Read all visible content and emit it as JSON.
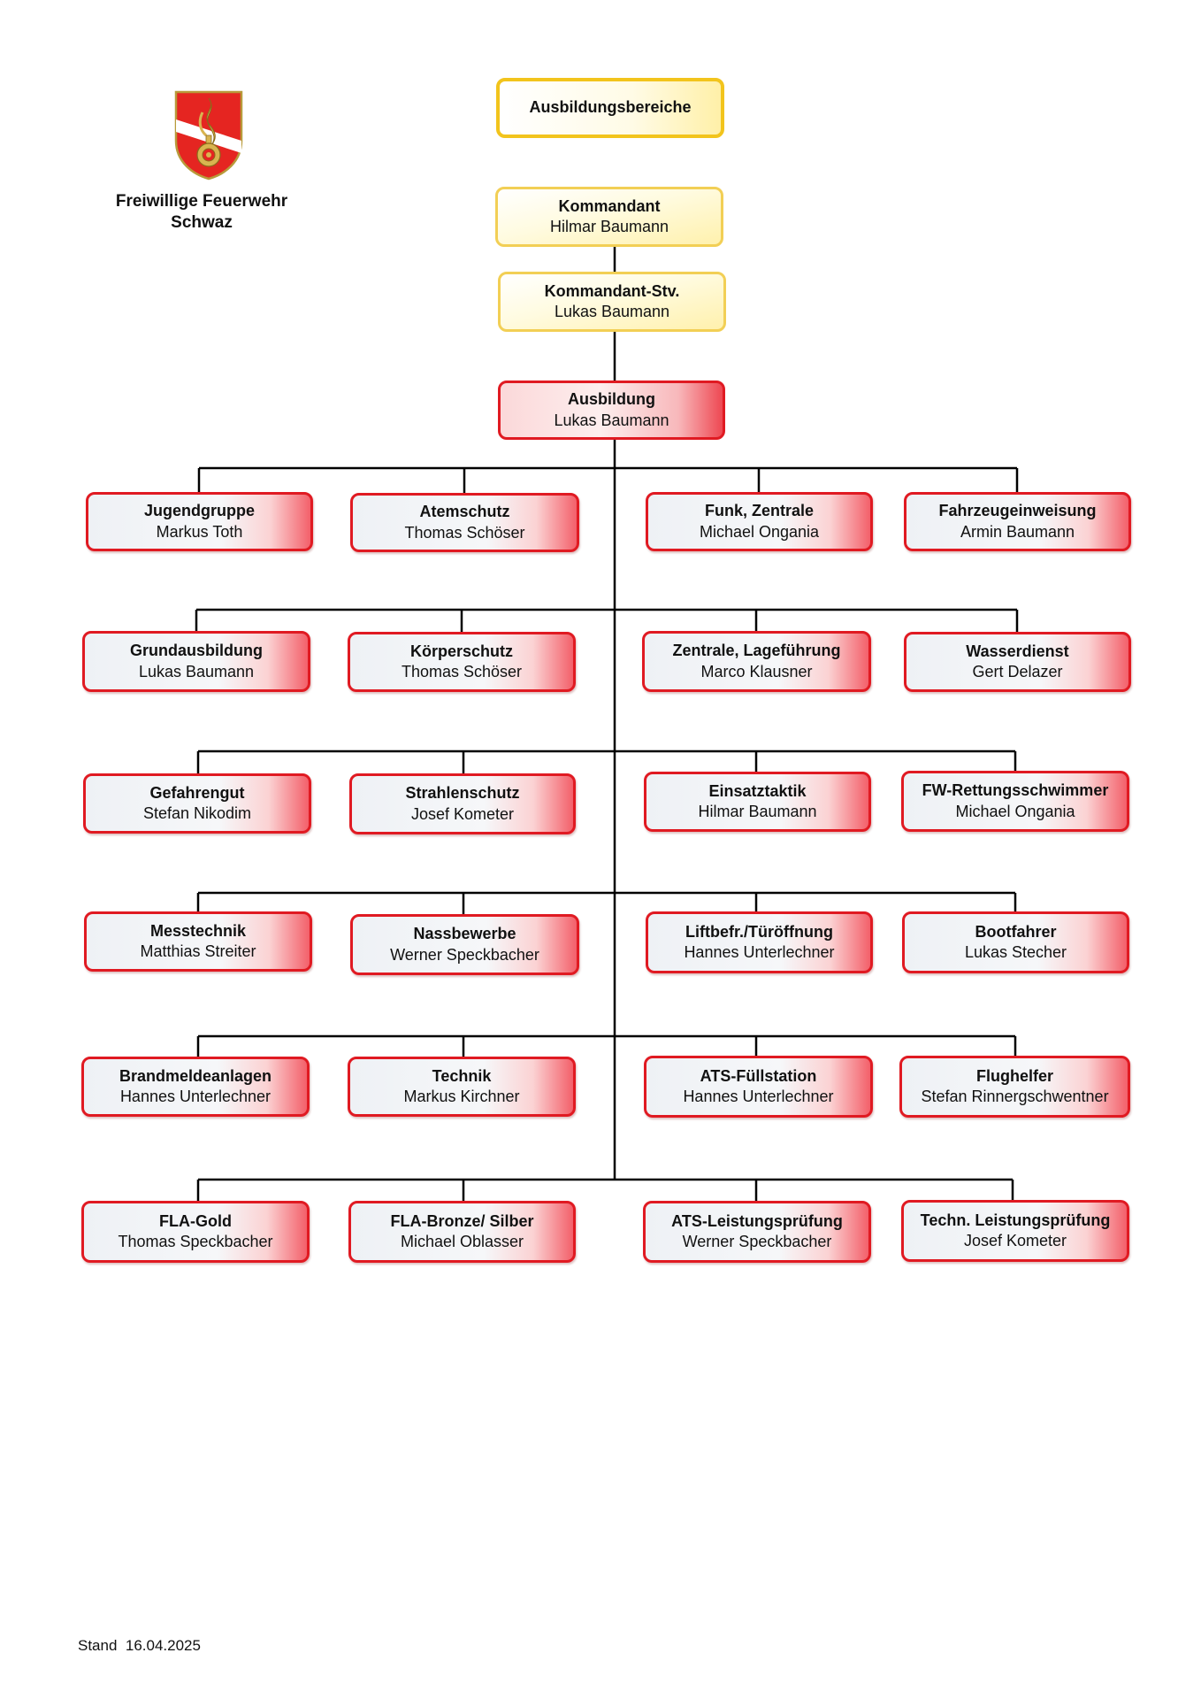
{
  "organization": {
    "name_line1": "Freiwillige Feuerwehr",
    "name_line2": "Schwaz"
  },
  "header": {
    "title": "Ausbildungsbereiche"
  },
  "top": [
    {
      "role": "Kommandant",
      "person": "Hilmar Baumann"
    },
    {
      "role": "Kommandant-Stv.",
      "person": "Lukas Baumann"
    },
    {
      "role": "Ausbildung",
      "person": "Lukas Baumann"
    }
  ],
  "rows": [
    [
      {
        "role": "Jugendgruppe",
        "person": "Markus Toth"
      },
      {
        "role": "Atemschutz",
        "person": "Thomas Schöser"
      },
      {
        "role": "Funk, Zentrale",
        "person": "Michael Ongania"
      },
      {
        "role": "Fahrzeugeinweisung",
        "person": "Armin Baumann"
      }
    ],
    [
      {
        "role": "Grundausbildung",
        "person": "Lukas Baumann"
      },
      {
        "role": "Körperschutz",
        "person": "Thomas Schöser"
      },
      {
        "role": "Zentrale, Lageführung",
        "person": "Marco Klausner"
      },
      {
        "role": "Wasserdienst",
        "person": "Gert Delazer"
      }
    ],
    [
      {
        "role": "Gefahrengut",
        "person": "Stefan Nikodim"
      },
      {
        "role": "Strahlenschutz",
        "person": "Josef Kometer"
      },
      {
        "role": "Einsatztaktik",
        "person": "Hilmar Baumann"
      },
      {
        "role": "FW-Rettungsschwimmer",
        "person": "Michael Ongania"
      }
    ],
    [
      {
        "role": "Messtechnik",
        "person": "Matthias Streiter"
      },
      {
        "role": "Nassbewerbe",
        "person": "Werner Speckbacher"
      },
      {
        "role": "Liftbefr./Türöffnung",
        "person": "Hannes Unterlechner"
      },
      {
        "role": "Bootfahrer",
        "person": "Lukas Stecher"
      }
    ],
    [
      {
        "role": "Brandmeldeanlagen",
        "person": "Hannes Unterlechner"
      },
      {
        "role": "Technik",
        "person": "Markus Kirchner"
      },
      {
        "role": "ATS-Füllstation",
        "person": "Hannes Unterlechner"
      },
      {
        "role": "Flughelfer",
        "person": "Stefan Rinnergschwentner"
      }
    ],
    [
      {
        "role": "FLA-Gold",
        "person": "Thomas Speckbacher"
      },
      {
        "role": "FLA-Bronze/ Silber",
        "person": "Michael Oblasser"
      },
      {
        "role": "ATS-Leistungsprüfung",
        "person": "Werner Speckbacher"
      },
      {
        "role": "Techn. Leistungsprüfung",
        "person": "Josef Kometer"
      }
    ]
  ],
  "footer": {
    "stand": "Stand  16.04.2025"
  },
  "colors": {
    "red_border": "#e01a22",
    "yellow_border": "#f2cf55",
    "line": "#000000"
  },
  "icons": {
    "logo": "fire-brigade-emblem-icon"
  }
}
